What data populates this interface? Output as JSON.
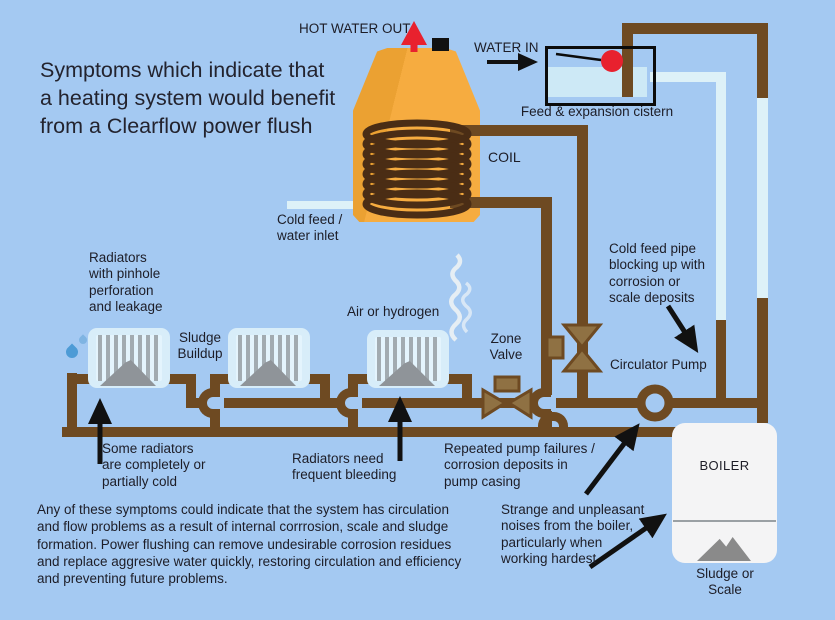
{
  "title": "Symptoms which indicate that\na heating system would benefit\nfrom a Clearflow power flush",
  "labels": {
    "hot_water_out": "HOT WATER OUT",
    "water_in": "WATER IN",
    "feed_cistern": "Feed & expansion cistern",
    "coil": "COIL",
    "cold_feed_inlet": "Cold feed /\nwater inlet",
    "cold_feed_blocking": "Cold feed pipe\nblocking up with\ncorrosion or\nscale deposits",
    "radiators_pinhole": "Radiators\nwith pinhole\nperforation\nand leakage",
    "sludge_buildup": "Sludge\nBuildup",
    "air_hydrogen": "Air or hydrogen",
    "zone_valve": "Zone\nValve",
    "circulator_pump": "Circulator Pump",
    "some_radiators": "Some radiators\nare completely or\npartially cold",
    "radiators_bleeding": "Radiators need\nfrequent bleeding",
    "pump_failures": "Repeated pump failures /\ncorrosion deposits in\npump casing",
    "strange_noises": "Strange and unpleasant\nnoises from the boiler,\nparticularly when\nworking hardest",
    "boiler": "BOILER",
    "sludge_scale": "Sludge or\nScale"
  },
  "footer": "Any of these symptoms could indicate that the system has circulation\nand flow problems as a result of internal corrrosion, scale and sludge\nformation. Power flushing can remove undesirable corrosion residues\nand replace aggresive water quickly, restoring circulation and efficiency\nand preventing future problems.",
  "colors": {
    "background": "#a4c9f2",
    "pipe_brown": "#6e4a22",
    "coil_brown": "#4a2d15",
    "valve_tan": "#8f7143",
    "pale_pipe": "#ddf1f8",
    "cylinder_orange": "#f6ac40",
    "radiator_blue": "#d8edf9",
    "sludge_gray": "#8f9499",
    "cistern_water": "#cde9f6",
    "arrow_red": "#e8212e",
    "boiler_white": "#f4f4f5",
    "drop_blue": "#4d9bd6",
    "text": "#1d1d27"
  }
}
